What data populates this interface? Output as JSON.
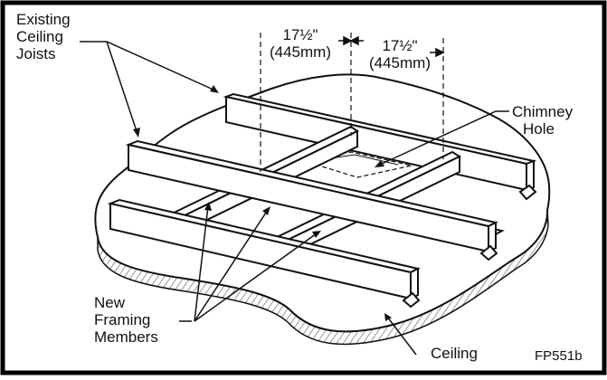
{
  "labels": {
    "existing_joists": [
      "Existing",
      "Ceiling",
      "Joists"
    ],
    "chimney_hole": [
      "Chimney",
      "Hole"
    ],
    "new_framing": [
      "New",
      "Framing",
      "Members"
    ],
    "ceiling": "Ceiling",
    "figure_code": "FP551b"
  },
  "dimensions": [
    {
      "imperial": "17½\"",
      "metric": "(445mm)"
    },
    {
      "imperial": "17½\"",
      "metric": "(445mm)"
    }
  ],
  "colors": {
    "line": "#111111",
    "frame": "#000000",
    "hatch": "#555555"
  }
}
